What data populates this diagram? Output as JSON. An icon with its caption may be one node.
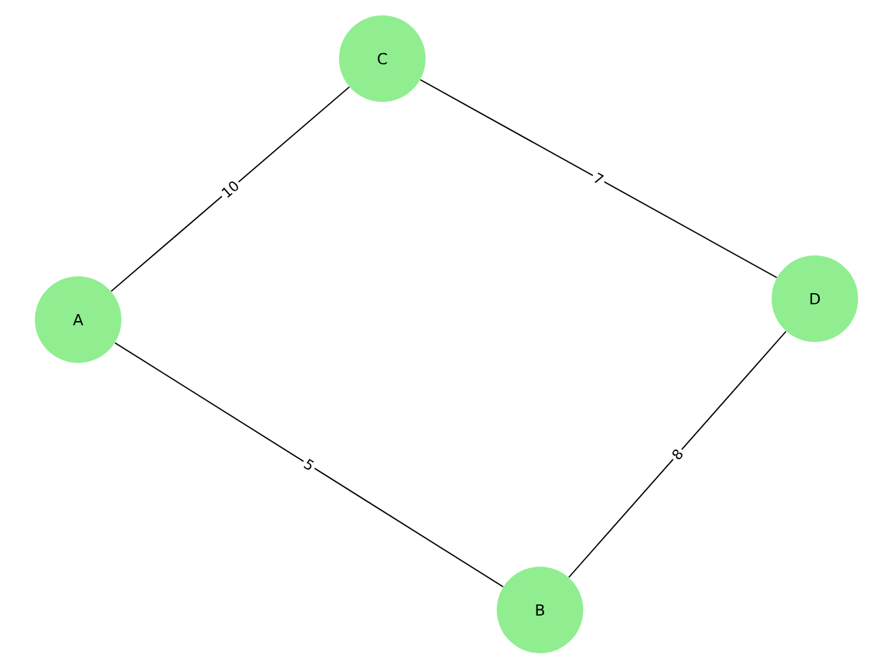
{
  "diagram": {
    "nodes": [
      {
        "text": [
          "C"
        ]
      },
      {
        "text": [
          "D"
        ]
      },
      {
        "text": [
          "A"
        ]
      },
      {
        "text": [
          "B"
        ]
      }
    ],
    "edges": [
      {
        "from": 2,
        "to": 0,
        "arrow": "none",
        "label": "10"
      },
      {
        "from": 0,
        "to": 1,
        "arrow": "none",
        "label": "7"
      },
      {
        "from": 2,
        "to": 3,
        "arrow": "none",
        "label": "5"
      },
      {
        "from": 3,
        "to": 1,
        "arrow": "none",
        "label": "8"
      }
    ]
  }
}
